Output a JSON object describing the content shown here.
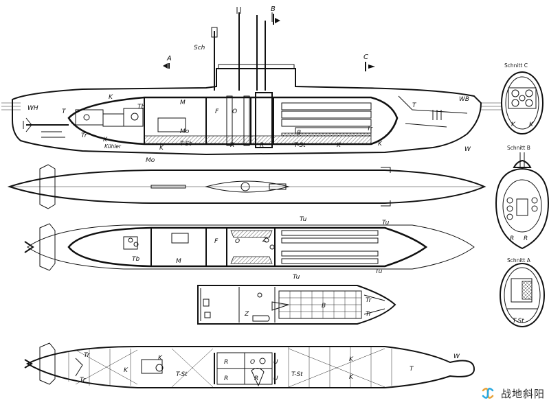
{
  "labels": {
    "cut_a": "A",
    "cut_b": "B",
    "cut_c": "C",
    "sch": "Sch",
    "wh": "WH",
    "wb": "WB",
    "t": "T",
    "k": "K",
    "m": "M",
    "f": "F",
    "o": "O",
    "z": "Z",
    "tb": "Tb",
    "tr": "Tr",
    "mo": "Mo",
    "kuhler": "Kühler",
    "r": "R",
    "b": "B",
    "tst": "T-St",
    "w": "W",
    "tu": "Tu",
    "u": "U"
  },
  "sections": {
    "c": "Schnitt C",
    "b": "Schnitt B",
    "a": "Schnitt A"
  },
  "watermark": {
    "text": "战地斜阳",
    "logo_icon": "wechat-channel-icon"
  }
}
